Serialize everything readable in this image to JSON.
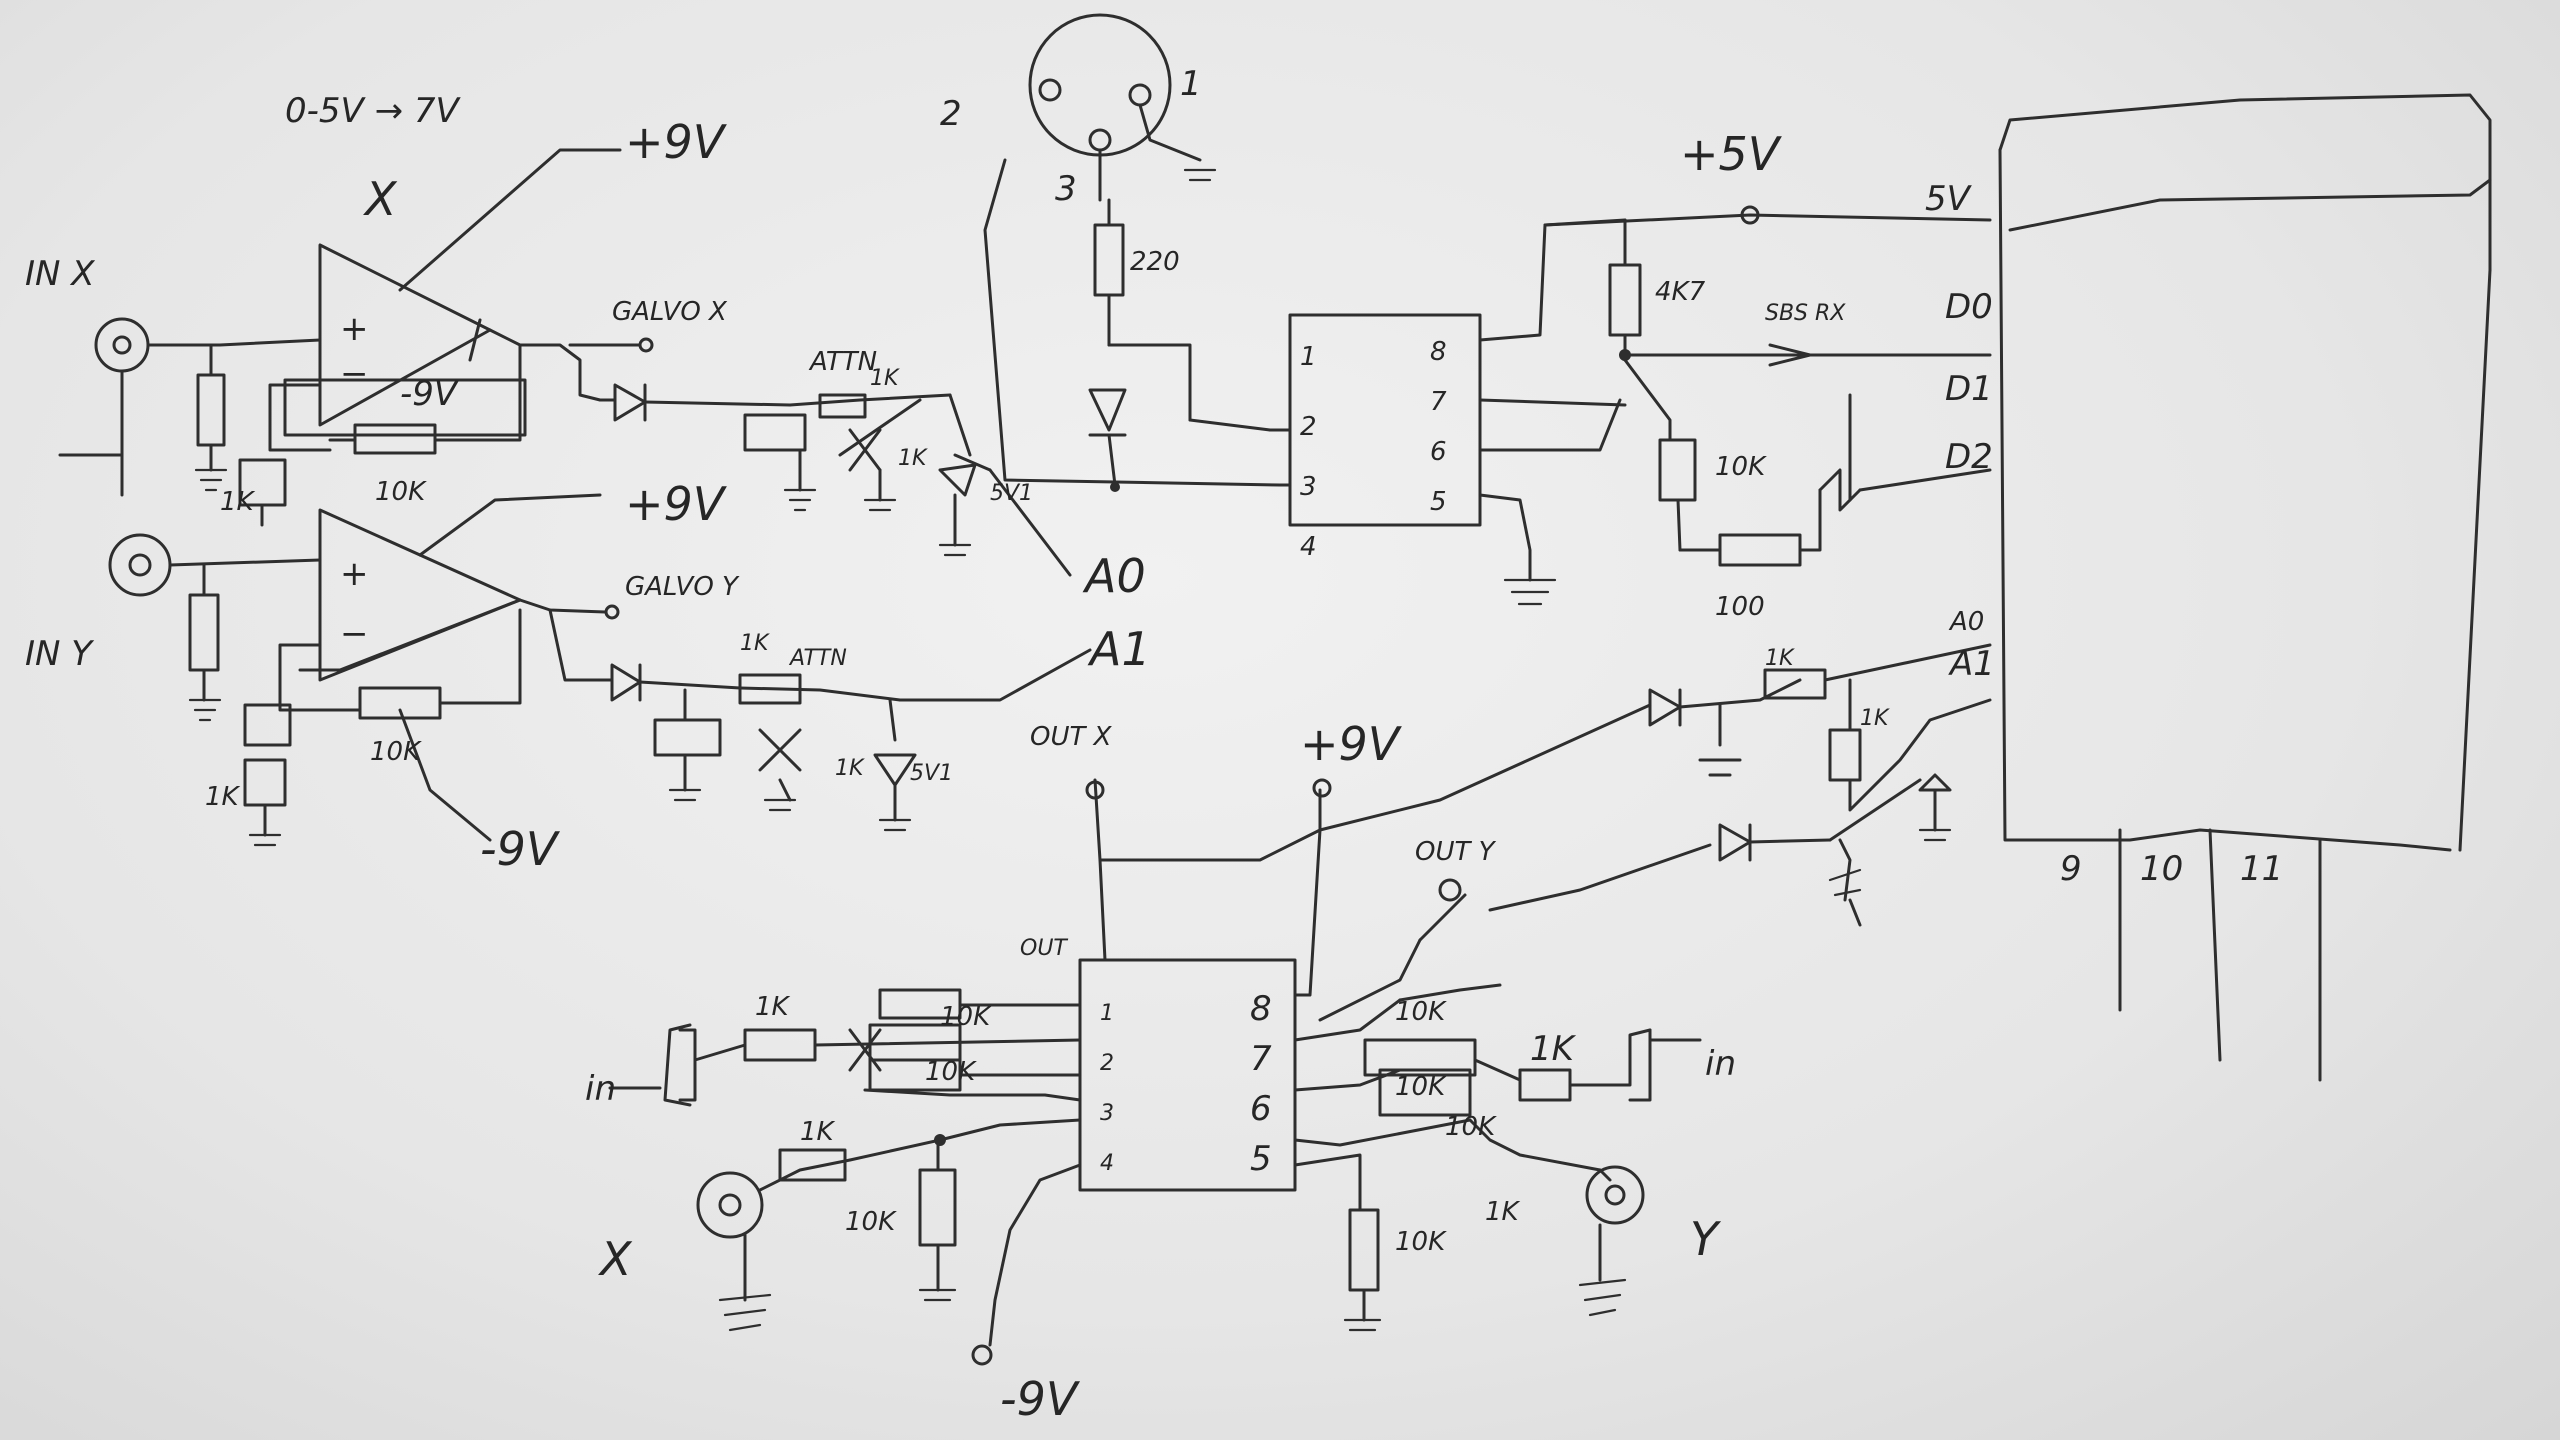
{
  "labels": {
    "rail_5v_7v": "0-5V → 7V",
    "x_pot": "X",
    "plus9v_top": "+9V",
    "in_x": "IN X",
    "in_y": "IN Y",
    "minus9v_top": "-9V",
    "r10k_a": "10K",
    "r1k_a": "1K",
    "galvo_x": "GALVO X",
    "attn_a": "ATTN",
    "r1k_b": "1K",
    "r1k_c": "1K",
    "z5v1_a": "5V1",
    "a0": "A0",
    "plus9v_mid": "+9V",
    "galvo_y": "GALVO Y",
    "r1k_d": "1K",
    "attn_b": "ATTN",
    "r1k_e": "1K",
    "z5v1_b": "5V1",
    "a1": "A1",
    "r10k_b": "10K",
    "r1k_f": "1K",
    "minus9v_mid": "-9V",
    "din_pin2": "2",
    "din_pin1": "1",
    "din_pin3": "3",
    "r220": "220",
    "opto_pin1": "1",
    "opto_pin2": "2",
    "opto_pin3": "3",
    "opto_pin4": "4",
    "opto_pin8": "8",
    "opto_pin7": "7",
    "opto_pin6": "6",
    "opto_pin5": "5",
    "plus5v": "+5V",
    "r4k7": "4K7",
    "rx": "SBS RX",
    "r10k_c": "10K",
    "r100": "100",
    "ard_5v": "5V",
    "ard_d0": "D0",
    "ard_d1": "D1",
    "ard_d2": "D2",
    "ard_a0": "A0",
    "ard_a1": "A1",
    "ard_9": "9",
    "ard_10": "10",
    "ard_11": "11",
    "r1k_g": "1K",
    "r1k_h": "1K",
    "out_x": "OUT X",
    "plus9v_bot": "+9V",
    "out_y": "OUT Y",
    "out_label": "OUT",
    "ic_pin1": "1",
    "ic_pin2": "2",
    "ic_pin3": "3",
    "ic_pin4": "4",
    "ic_pin8": "8",
    "ic_pin7": "7",
    "ic_pin6": "6",
    "ic_pin5": "5",
    "r1k_i": "1K",
    "r10k_d": "10K",
    "r10k_e": "10K",
    "in_short_l": "in",
    "r1k_j": "1K",
    "r10k_f": "10K",
    "x_out": "X",
    "r10k_g": "10K",
    "minus9v_bot": "-9V",
    "r10k_h": "10K",
    "r10k_i": "10K",
    "r1k_k": "1K",
    "in_short_r": "in",
    "r10k_j": "10K",
    "r1k_l": "1K",
    "y_out": "Y"
  }
}
